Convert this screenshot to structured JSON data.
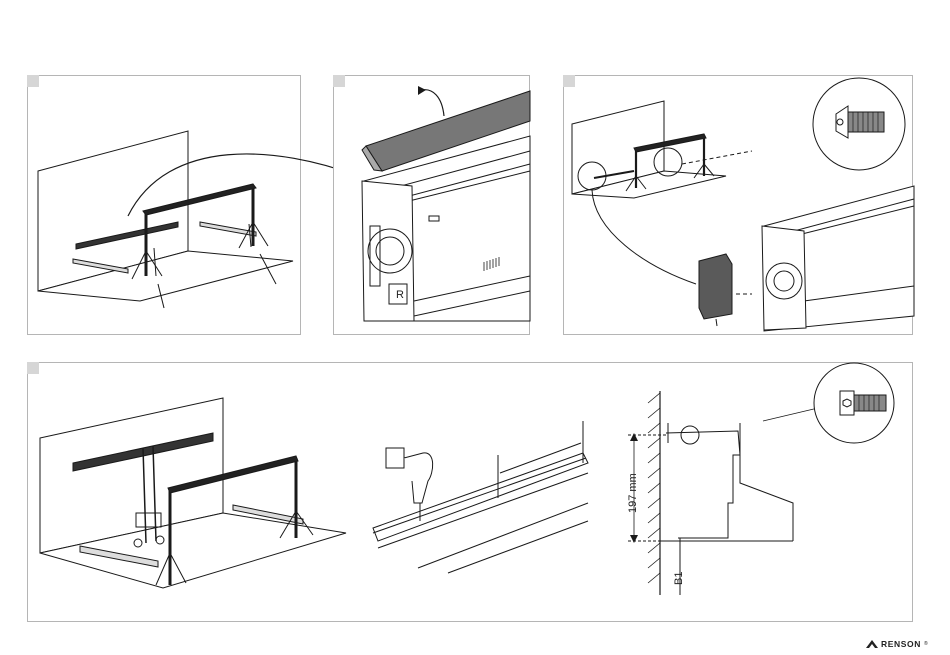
{
  "dimension": {
    "height_label": "197 mm",
    "ref_label": "B1"
  },
  "brand": {
    "logo_text": "RENSON",
    "mark": "®"
  },
  "icons": {
    "screw_countersunk": "countersunk-screw-icon",
    "screw_cap": "cap-head-screw-icon",
    "arrow": "curved-arrow-icon"
  },
  "colors": {
    "line": "#1a1a1a",
    "panel_border": "#b5b5b5",
    "step_box": "#d6d6d6",
    "fill_dark": "#6a6a6a"
  }
}
